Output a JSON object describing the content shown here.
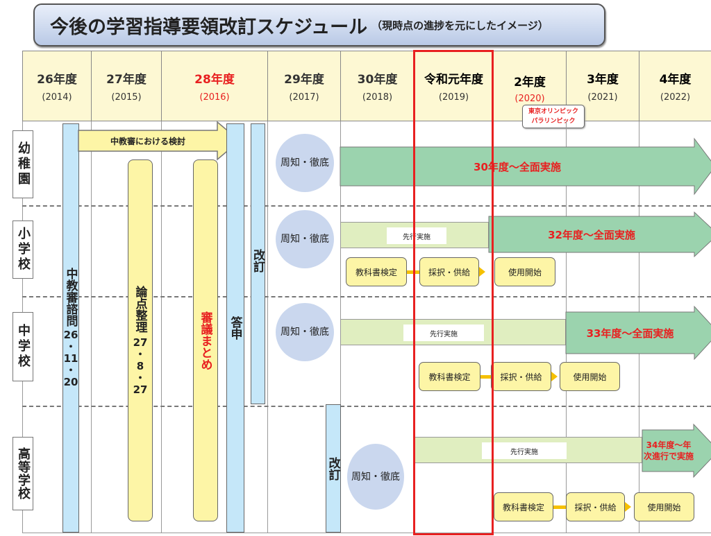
{
  "title": {
    "main": "今後の学習指導要領改訂スケジュール",
    "sub": "（現時点の進捗を元にしたイメージ）"
  },
  "years": [
    {
      "label": "26年度",
      "west": "(2014)"
    },
    {
      "label": "27年度",
      "west": "(2015)"
    },
    {
      "label": "28年度",
      "west": "(2016)"
    },
    {
      "label": "29年度",
      "west": "(2017)"
    },
    {
      "label": "30年度",
      "west": "(2018)"
    },
    {
      "label": "令和元年度",
      "west": "(2019)"
    },
    {
      "label": "2年度",
      "west": "(2020)"
    },
    {
      "label": "3年度",
      "west": "(2021)"
    },
    {
      "label": "4年度",
      "west": "(2022)"
    }
  ],
  "callout": {
    "line1": "東京オリンピック",
    "line2": "パラリンピック"
  },
  "rows": [
    "幼稚園",
    "小学校",
    "中学校",
    "高等学校"
  ],
  "process": {
    "inquiry": "中教審諮問",
    "inquiry_date": [
      "26",
      "・",
      "11",
      "・",
      "20"
    ],
    "review_arrow": "中教審における検討",
    "issues": "論点整理",
    "issues_date": [
      "27",
      "・",
      "8",
      "・",
      "27"
    ],
    "summary": "審議まとめ",
    "report": "答申",
    "revision": "改訂",
    "revision_high": "改訂"
  },
  "awareness": "周知・徹底",
  "kindergarten": {
    "full": "30年度～全面実施"
  },
  "elementary": {
    "advance": "先行実施",
    "full": "32年度～全面実施"
  },
  "middle": {
    "advance": "先行実施",
    "full": "33年度～全面実施"
  },
  "high": {
    "advance": "先行実施",
    "full": "34年度～年次進行で実施"
  },
  "steps": [
    "教科書検定",
    "採択・供給",
    "使用開始"
  ],
  "colors": {
    "accent": "#e82020",
    "green": "#9bd3ae",
    "light_green": "#e0eec0",
    "yellow": "#fdf5a6",
    "blue": "#c5e7f9"
  }
}
